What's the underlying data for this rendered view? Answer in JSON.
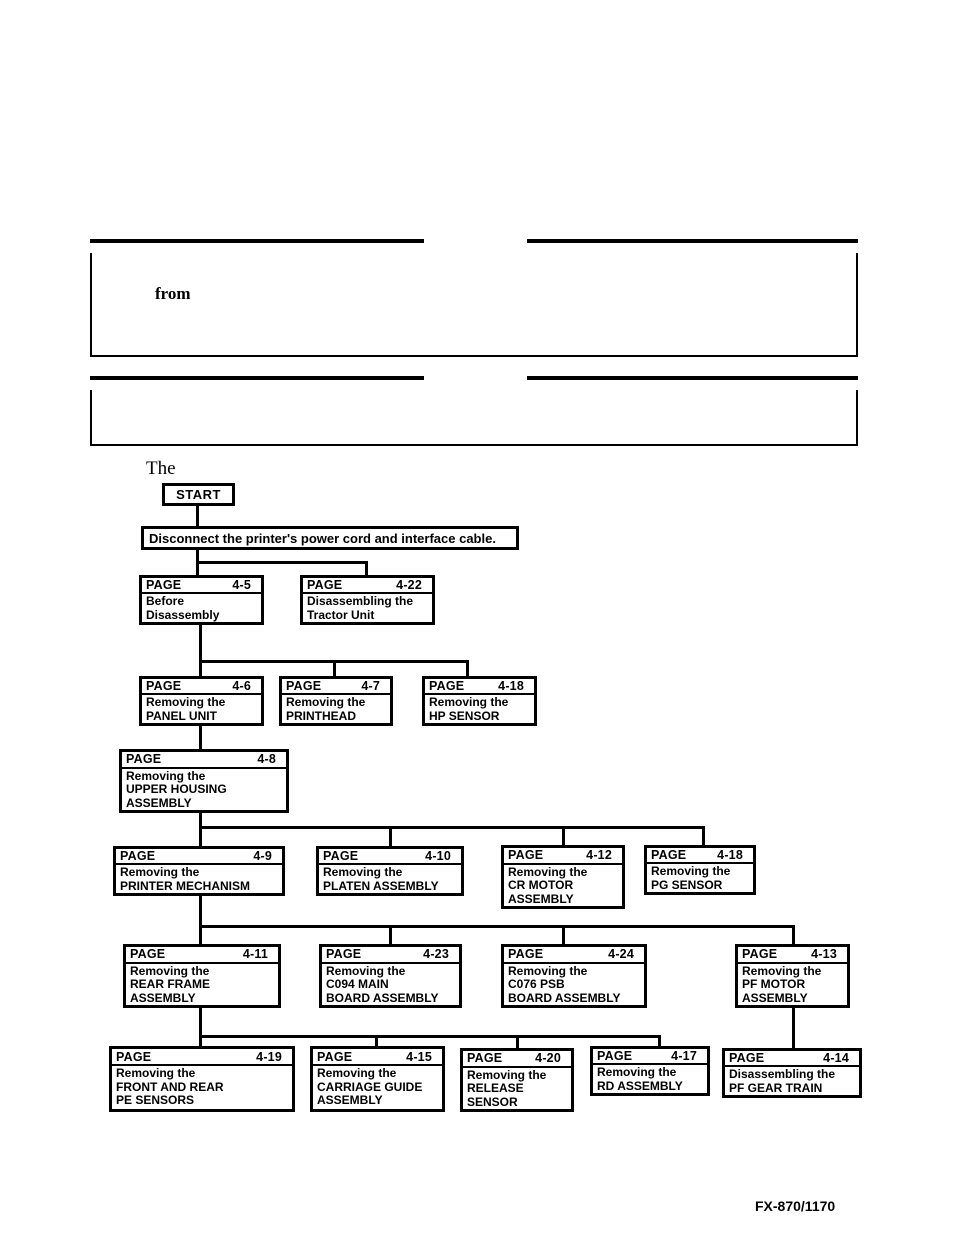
{
  "document": {
    "footer": "FX-870/1170"
  },
  "notes": [
    {
      "text": "from"
    },
    {
      "text": ""
    }
  ],
  "flowchart": {
    "heading": "The",
    "start_label": "START",
    "instruction": "Disconnect the printer's power cord and interface cable.",
    "page_label": "PAGE",
    "nodes": {
      "before_disassembly": {
        "page": "4-5",
        "lines": [
          "Before",
          "Disassembly"
        ]
      },
      "tractor_unit": {
        "page": "4-22",
        "lines": [
          "Disassembling the",
          "Tractor Unit"
        ]
      },
      "panel_unit": {
        "page": "4-6",
        "lines": [
          "Removing the",
          "PANEL UNIT"
        ]
      },
      "printhead": {
        "page": "4-7",
        "lines": [
          "Removing the",
          "PRINTHEAD"
        ]
      },
      "hp_sensor": {
        "page": "4-18",
        "lines": [
          "Removing the",
          "HP SENSOR"
        ]
      },
      "upper_housing": {
        "page": "4-8",
        "lines": [
          "Removing the",
          "UPPER HOUSING",
          "ASSEMBLY"
        ]
      },
      "printer_mechanism": {
        "page": "4-9",
        "lines": [
          "Removing the",
          "PRINTER MECHANISM"
        ]
      },
      "platen_assembly": {
        "page": "4-10",
        "lines": [
          "Removing the",
          "PLATEN ASSEMBLY"
        ]
      },
      "cr_motor": {
        "page": "4-12",
        "lines": [
          "Removing the",
          "CR MOTOR",
          "ASSEMBLY"
        ]
      },
      "pg_sensor": {
        "page": "4-18",
        "lines": [
          "Removing the",
          "PG SENSOR"
        ]
      },
      "rear_frame": {
        "page": "4-11",
        "lines": [
          "Removing the",
          "REAR FRAME",
          "ASSEMBLY"
        ]
      },
      "c094_main_board": {
        "page": "4-23",
        "lines": [
          "Removing the",
          "C094 MAIN",
          "BOARD ASSEMBLY"
        ]
      },
      "c076_psb_board": {
        "page": "4-24",
        "lines": [
          "Removing the",
          "C076 PSB",
          "BOARD ASSEMBLY"
        ]
      },
      "pf_motor": {
        "page": "4-13",
        "lines": [
          "Removing the",
          "PF MOTOR",
          "ASSEMBLY"
        ]
      },
      "pe_sensors": {
        "page": "4-19",
        "lines": [
          "Removing the",
          "FRONT AND REAR",
          "PE SENSORS"
        ]
      },
      "carriage_guide": {
        "page": "4-15",
        "lines": [
          "Removing the",
          "CARRIAGE GUIDE",
          "ASSEMBLY"
        ]
      },
      "release_sensor": {
        "page": "4-20",
        "lines": [
          "Removing the",
          "RELEASE",
          "SENSOR"
        ]
      },
      "rd_assembly": {
        "page": "4-17",
        "lines": [
          "Removing the",
          "RD ASSEMBLY"
        ]
      },
      "pf_gear_train": {
        "page": "4-14",
        "lines": [
          "Disassembling the",
          "PF GEAR TRAIN"
        ]
      }
    }
  }
}
